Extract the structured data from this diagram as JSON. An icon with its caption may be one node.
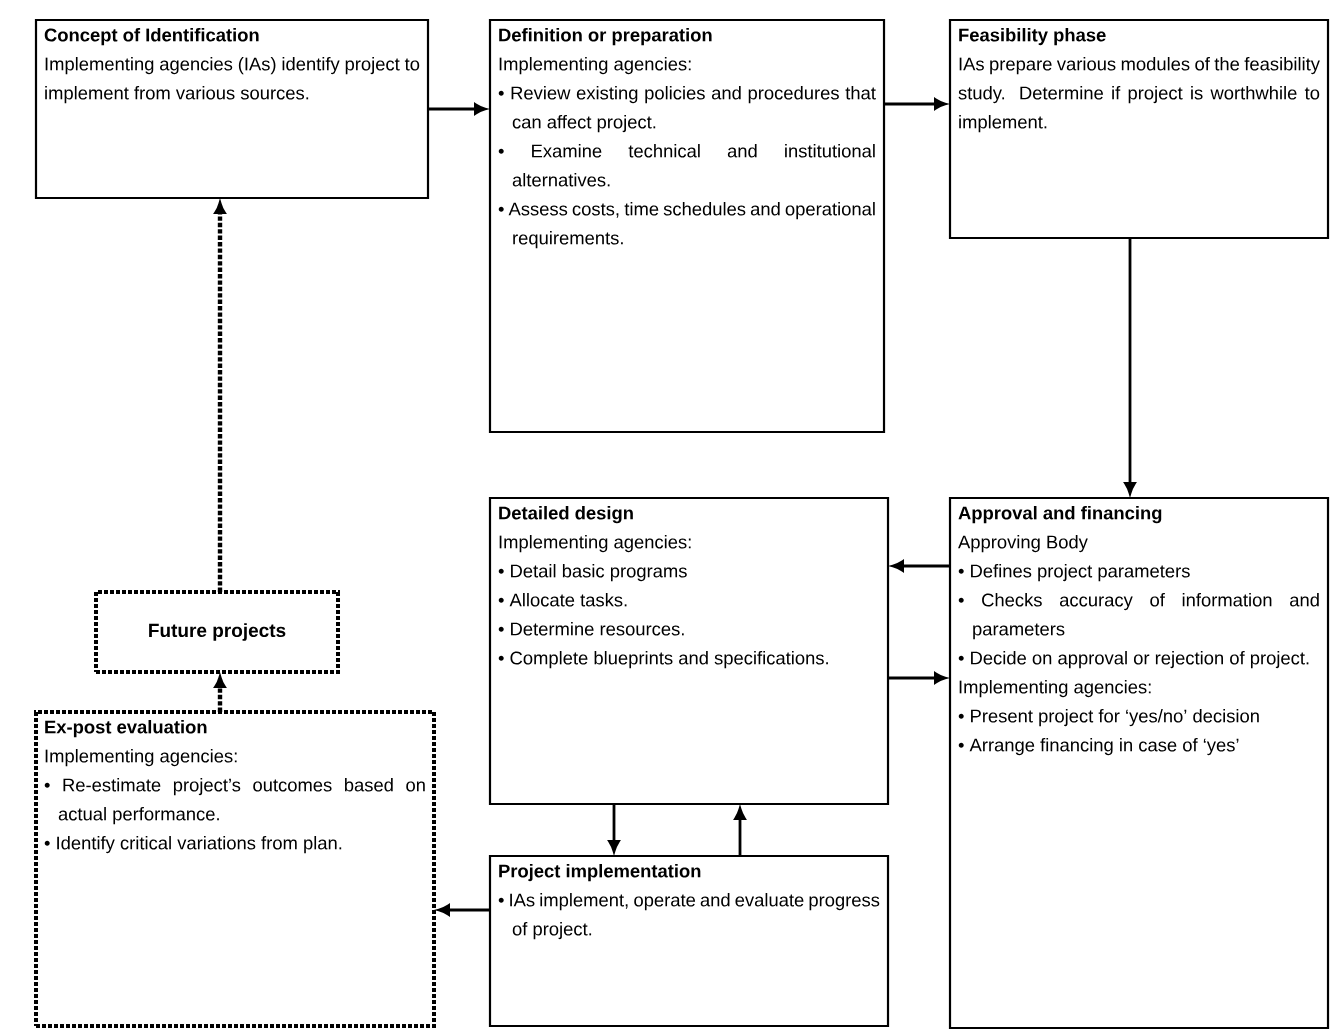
{
  "diagram": {
    "nodes": [
      {
        "text": [
          "Concept of Identification",
          "Implementing agencies (IAs) identify project to implement from various sources."
        ]
      },
      {
        "text": [
          "Definition or preparation",
          "Implementing agencies:",
          "• Review existing policies and procedures that can affect project.",
          "• Examine technical and institutional alternatives.",
          "• Assess costs, time schedules and operational requirements."
        ]
      },
      {
        "text": [
          "Feasibility phase",
          "IAs prepare various modules of the feasibility study. Determine if project is worthwhile to implement."
        ]
      },
      {
        "text": [
          "Detailed design",
          "Implementing agencies:",
          "• Detail basic programs",
          "• Allocate tasks.",
          "• Determine resources.",
          "• Complete blueprints and specifications."
        ]
      },
      {
        "text": [
          "Approval and financing",
          "Approving Body",
          "• Defines project parameters",
          "• Checks accuracy of information and parameters",
          "• Decide on approval or rejection of project.",
          "Implementing agencies:",
          "• Present project for ‘yes/no’ decision",
          "• Arrange financing in case of ‘yes’"
        ]
      },
      {
        "text": [
          "Future projects"
        ]
      },
      {
        "text": [
          "Ex-post evaluation",
          "Implementing agencies:",
          "• Re-estimate project’s outcomes based on actual performance.",
          "• Identify critical variations from plan."
        ]
      },
      {
        "text": [
          "Project implementation",
          "• IAs implement, operate and evaluate progress of project."
        ]
      }
    ],
    "edges": [
      {
        "from": 0,
        "to": 1,
        "arrow": "to"
      },
      {
        "from": 1,
        "to": 2,
        "arrow": "to"
      },
      {
        "from": 2,
        "to": 4,
        "arrow": "to"
      },
      {
        "from": 4,
        "to": 3,
        "arrow": "to"
      },
      {
        "from": 3,
        "to": 4,
        "arrow": "to"
      },
      {
        "from": 3,
        "to": 7,
        "arrow": "to"
      },
      {
        "from": 7,
        "to": 3,
        "arrow": "to"
      },
      {
        "from": 7,
        "to": 6,
        "arrow": "to"
      },
      {
        "from": 6,
        "to": 5,
        "arrow": "to",
        "style": "dashed"
      },
      {
        "from": 5,
        "to": 0,
        "arrow": "to",
        "style": "dashed"
      }
    ]
  }
}
